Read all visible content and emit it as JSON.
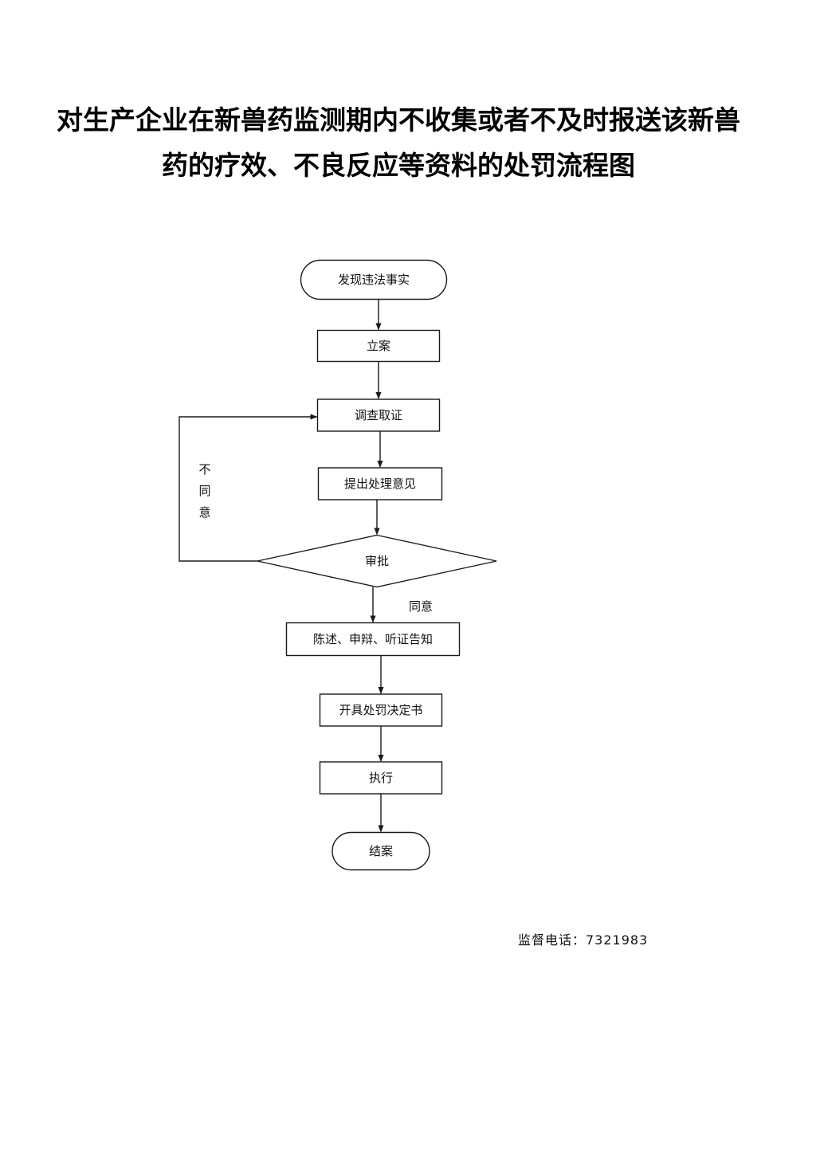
{
  "title": {
    "line1": "对生产企业在新兽药监测期内不收集或者不及时报送该新兽",
    "line2": "药的疗效、不良反应等资料的处罚流程图"
  },
  "nodes": [
    {
      "id": "discover",
      "label": "发现违法事实",
      "shape": "terminal"
    },
    {
      "id": "register",
      "label": "立案",
      "shape": "process"
    },
    {
      "id": "investigate",
      "label": "调查取证",
      "shape": "process"
    },
    {
      "id": "opinion",
      "label": "提出处理意见",
      "shape": "process"
    },
    {
      "id": "approve",
      "label": "审批",
      "shape": "decision"
    },
    {
      "id": "notify",
      "label": "陈述、申辩、听证告知",
      "shape": "process"
    },
    {
      "id": "decision",
      "label": "开具处罚决定书",
      "shape": "process"
    },
    {
      "id": "execute",
      "label": "执行",
      "shape": "process"
    },
    {
      "id": "close",
      "label": "结案",
      "shape": "terminal"
    }
  ],
  "edges": [
    {
      "from": "discover",
      "to": "register",
      "label": ""
    },
    {
      "from": "register",
      "to": "investigate",
      "label": ""
    },
    {
      "from": "investigate",
      "to": "opinion",
      "label": ""
    },
    {
      "from": "opinion",
      "to": "approve",
      "label": ""
    },
    {
      "from": "approve",
      "to": "notify",
      "label": "同意"
    },
    {
      "from": "approve",
      "to": "investigate",
      "label": "不同意",
      "vertical_label": [
        "不",
        "同",
        "意"
      ]
    },
    {
      "from": "notify",
      "to": "decision",
      "label": ""
    },
    {
      "from": "decision",
      "to": "execute",
      "label": ""
    },
    {
      "from": "execute",
      "to": "close",
      "label": ""
    }
  ],
  "footer": {
    "hotline": "监督电话：7321983"
  }
}
